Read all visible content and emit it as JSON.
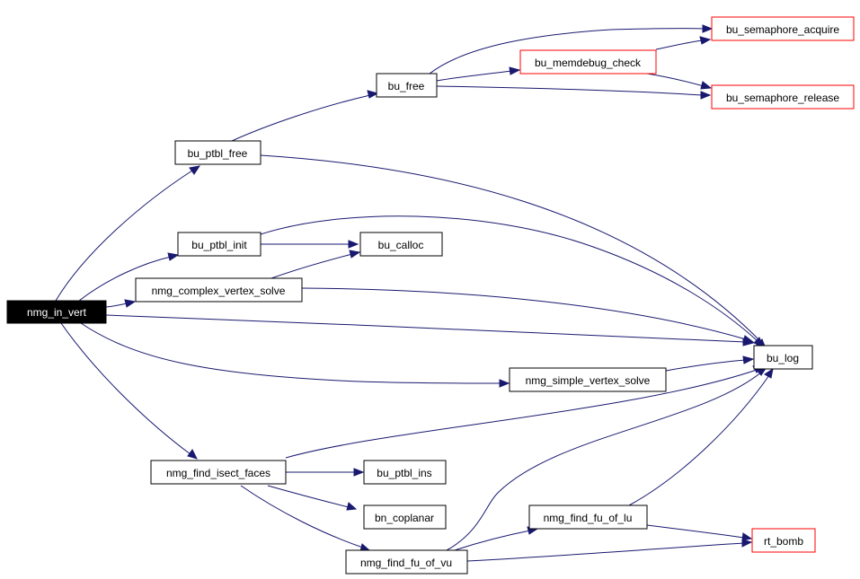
{
  "graph": {
    "nodes": {
      "nmg_in_vert": "nmg_in_vert",
      "bu_ptbl_free": "bu_ptbl_free",
      "bu_free": "bu_free",
      "bu_memdebug_check": "bu_memdebug_check",
      "bu_semaphore_acquire": "bu_semaphore_acquire",
      "bu_semaphore_release": "bu_semaphore_release",
      "bu_ptbl_init": "bu_ptbl_init",
      "bu_calloc": "bu_calloc",
      "nmg_complex_vertex_solve": "nmg_complex_vertex_solve",
      "bu_log": "bu_log",
      "nmg_simple_vertex_solve": "nmg_simple_vertex_solve",
      "nmg_find_isect_faces": "nmg_find_isect_faces",
      "bu_ptbl_ins": "bu_ptbl_ins",
      "bn_coplanar": "bn_coplanar",
      "nmg_find_fu_of_lu": "nmg_find_fu_of_lu",
      "rt_bomb": "rt_bomb",
      "nmg_find_fu_of_vu": "nmg_find_fu_of_vu"
    },
    "colors": {
      "edge": "#191970",
      "external_border": "#ff0000",
      "root_fill": "#000000"
    }
  }
}
